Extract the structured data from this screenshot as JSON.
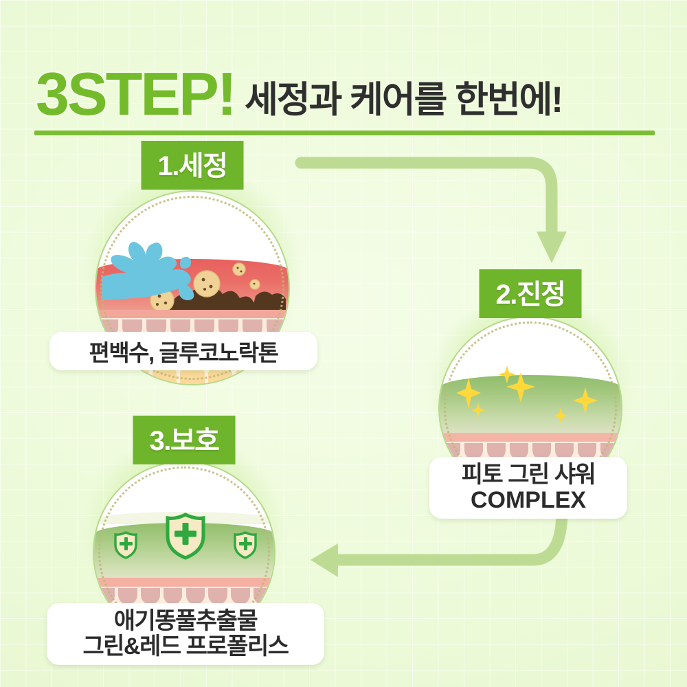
{
  "header": {
    "title_main": "3STEP!",
    "title_sub": "세정과 케어를 한번에!",
    "accent_green": "#74bb2b",
    "rule_color": "#7bbd33",
    "background": "#edf9d8"
  },
  "steps": [
    {
      "badge": "1.세정",
      "caption": "편백수, 글루코노락톤",
      "caption_line2": "",
      "icon": "water-splash-icon",
      "theme_color": "#6fb52b"
    },
    {
      "badge": "2.진정",
      "caption": "피토 그린 샤워",
      "caption_line2": "COMPLEX",
      "icon": "sparkle-icon",
      "theme_color": "#6fb52b"
    },
    {
      "badge": "3.보호",
      "caption": "애기똥풀추출물",
      "caption_line2": "그린&레드 프로폴리스",
      "icon": "shield-plus-icon",
      "theme_color": "#6fb52b"
    }
  ],
  "arrows": [
    {
      "name": "arrow-step1-to-step2",
      "direction": "right-then-down",
      "color": "#bedb94"
    },
    {
      "name": "arrow-step2-to-step3",
      "direction": "down-then-left",
      "color": "#bedb94"
    }
  ]
}
